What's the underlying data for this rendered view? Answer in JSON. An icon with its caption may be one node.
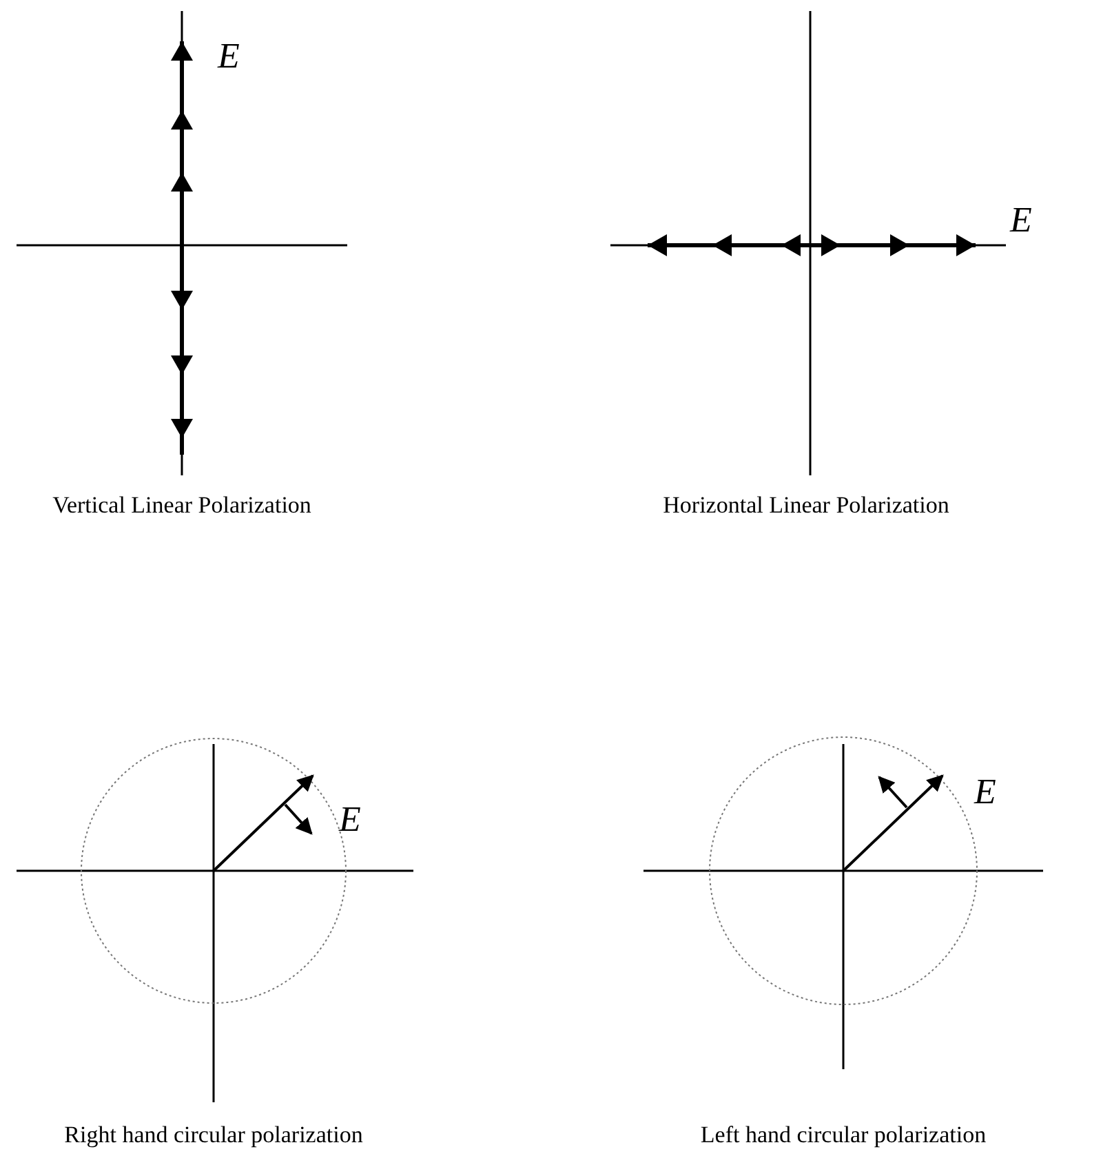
{
  "diagram": {
    "labels": [
      "E",
      "Vertical Linear Polarization",
      "E",
      "Horizontal Linear Polarization",
      "E",
      "Right hand circular polarization",
      "E",
      "Left hand circular polarization"
    ]
  }
}
